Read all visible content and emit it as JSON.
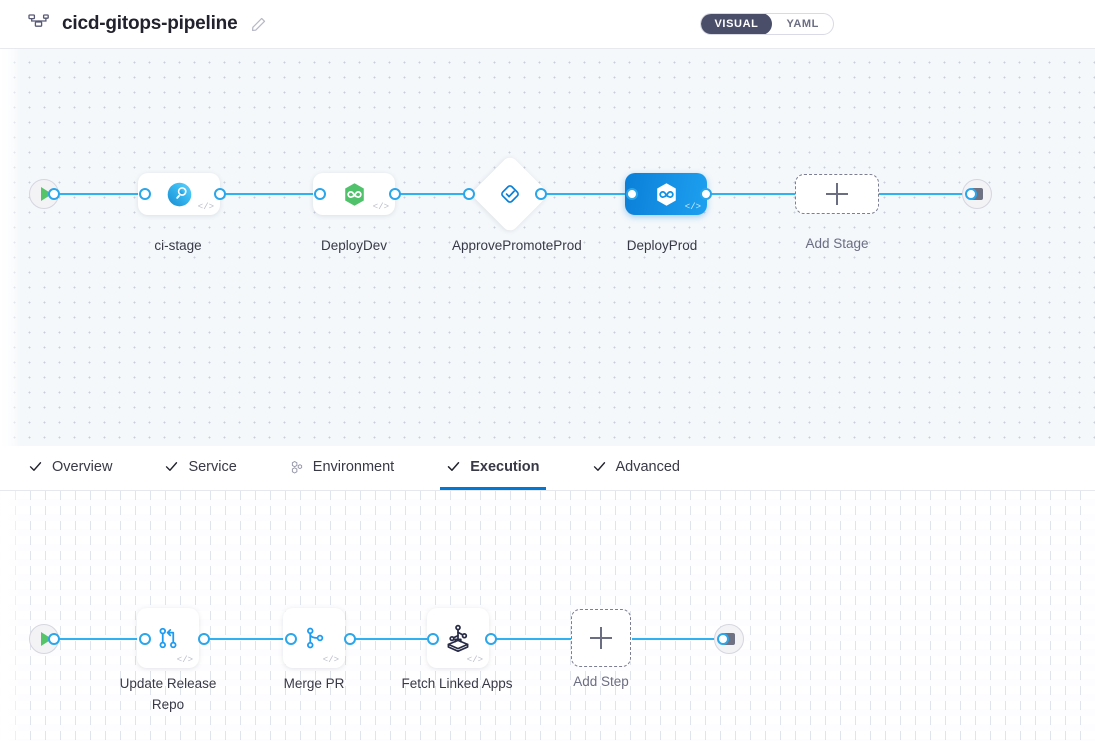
{
  "header": {
    "icon": "pipeline-icon",
    "title": "cicd-gitops-pipeline",
    "edit_icon": "pencil-icon",
    "view_toggle": {
      "visual_label": "VISUAL",
      "yaml_label": "YAML",
      "selected": "VISUAL",
      "active_bg": "#4a4e69"
    }
  },
  "pipeline": {
    "start_node": {
      "name": "start-node",
      "icon": "play-icon"
    },
    "end_node": {
      "name": "end-node",
      "icon": "stop-icon"
    },
    "stages": [
      {
        "label": "ci-stage",
        "icon": "ci-build-icon",
        "shape": "rect",
        "selected": false,
        "code_badge": "</>"
      },
      {
        "label": "DeployDev",
        "icon": "argo-hexagon-icon",
        "shape": "rect",
        "selected": false,
        "code_badge": "</>"
      },
      {
        "label": "ApprovePromoteProd",
        "icon": "approval-check-diamond-icon",
        "shape": "diamond",
        "selected": false,
        "code_badge": ""
      },
      {
        "label": "DeployProd",
        "icon": "argo-hexagon-icon",
        "shape": "rect",
        "selected": true,
        "code_badge": "</>"
      }
    ],
    "add_stage": {
      "label": "Add Stage",
      "icon": "plus-icon"
    }
  },
  "tabs": [
    {
      "label": "Overview",
      "icon": "check-icon",
      "active": false
    },
    {
      "label": "Service",
      "icon": "check-icon",
      "active": false
    },
    {
      "label": "Environment",
      "icon": "environment-icon",
      "active": false
    },
    {
      "label": "Execution",
      "icon": "check-icon",
      "active": true
    },
    {
      "label": "Advanced",
      "icon": "check-icon",
      "active": false
    }
  ],
  "execution": {
    "start_node": {
      "name": "start-node",
      "icon": "play-icon"
    },
    "end_node": {
      "name": "end-node",
      "icon": "stop-icon"
    },
    "steps": [
      {
        "label": "Update Release Repo",
        "icon": "git-pull-request-icon",
        "code_badge": "</>"
      },
      {
        "label": "Merge PR",
        "icon": "git-branch-icon",
        "code_badge": "</>"
      },
      {
        "label": "Fetch Linked Apps",
        "icon": "linked-apps-icon",
        "code_badge": "</>"
      }
    ],
    "add_step": {
      "label": "Add Step",
      "icon": "plus-icon"
    }
  },
  "colors": {
    "edge": "#30b2f0",
    "accent": "#0278d5",
    "selected_node": "#0b7fd8",
    "start_play": "#55c468",
    "canvas_top_bg": "#f4f8fb",
    "canvas_bottom_bg": "#fdfdff"
  }
}
